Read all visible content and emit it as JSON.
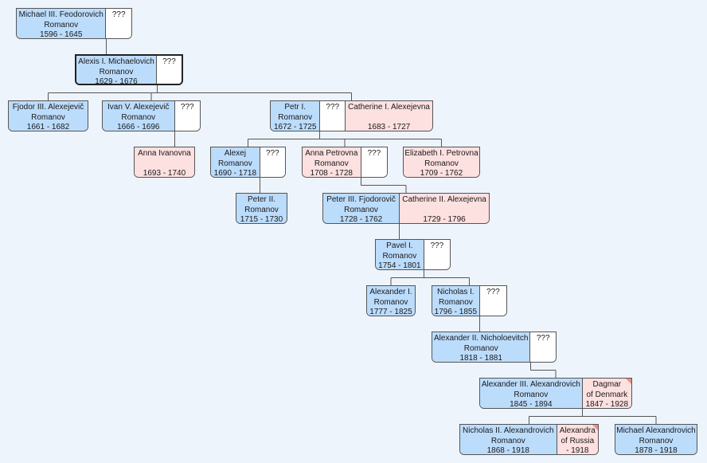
{
  "colors": {
    "male": "#bcdcfc",
    "female": "#fde0e0",
    "unknown": "#ffffff",
    "line": "#555555",
    "background": "#eef4fc"
  },
  "people": {
    "michael3": {
      "lines": [
        "Michael III. Feodorovich",
        "Romanov",
        "1596 - 1645"
      ],
      "sex": "m"
    },
    "alexis1": {
      "lines": [
        "Alexis I. Michaelovich",
        "Romanov",
        "1629 - 1676"
      ],
      "sex": "m"
    },
    "fjodor3": {
      "lines": [
        "Fjodor III. Alexejevič",
        "Romanov",
        "1661 - 1682"
      ],
      "sex": "m"
    },
    "ivan5": {
      "lines": [
        "Ivan V. Alexejevič",
        "Romanov",
        "1666 - 1696"
      ],
      "sex": "m"
    },
    "petr1": {
      "lines": [
        "Petr I.",
        "Romanov",
        "1672 - 1725"
      ],
      "sex": "m"
    },
    "catherine1": {
      "lines": [
        "Catherine I. Alexejevna",
        "",
        "1683 - 1727"
      ],
      "sex": "f"
    },
    "anna_ivanovna": {
      "lines": [
        "Anna Ivanovna",
        "",
        "1693 - 1740"
      ],
      "sex": "f"
    },
    "alexej": {
      "lines": [
        "Alexej",
        "Romanov",
        "1690 - 1718"
      ],
      "sex": "m"
    },
    "anna_petrovna": {
      "lines": [
        "Anna Petrovna",
        "Romanov",
        "1708 - 1728"
      ],
      "sex": "f"
    },
    "elizabeth1": {
      "lines": [
        "Elizabeth I. Petrovna",
        "Romanov",
        "1709 - 1762"
      ],
      "sex": "f"
    },
    "peter2": {
      "lines": [
        "Peter II.",
        "Romanov",
        "1715 - 1730"
      ],
      "sex": "m"
    },
    "peter3": {
      "lines": [
        "Peter III. Fjodorovič",
        "Romanov",
        "1728 - 1762"
      ],
      "sex": "m"
    },
    "catherine2": {
      "lines": [
        "Catherine II. Alexejevna",
        "",
        "1729 - 1796"
      ],
      "sex": "f"
    },
    "pavel1": {
      "lines": [
        "Pavel I.",
        "Romanov",
        "1754 - 1801"
      ],
      "sex": "m"
    },
    "alexander1": {
      "lines": [
        "Alexander I.",
        "Romanov",
        "1777 - 1825"
      ],
      "sex": "m"
    },
    "nicholas1": {
      "lines": [
        "Nicholas I.",
        "Romanov",
        "1796 - 1855"
      ],
      "sex": "m"
    },
    "alexander2": {
      "lines": [
        "Alexander II. Nicholoevitch",
        "Romanov",
        "1818 - 1881"
      ],
      "sex": "m"
    },
    "alexander3": {
      "lines": [
        "Alexander III. Alexandrovich",
        "Romanov",
        "1845 - 1894"
      ],
      "sex": "m"
    },
    "dagmar": {
      "lines": [
        "Dagmar",
        "of Denmark",
        "1847 - 1928"
      ],
      "sex": "f"
    },
    "nicholas2": {
      "lines": [
        "Nicholas II. Alexandrovich",
        "Romanov",
        "1868 - 1918"
      ],
      "sex": "m"
    },
    "alexandra": {
      "lines": [
        "Alexandra",
        "of Russia",
        "- 1918"
      ],
      "sex": "f"
    },
    "michael_alex": {
      "lines": [
        "Michael Alexandrovich",
        "Romanov",
        "1878 - 1918"
      ],
      "sex": "m"
    },
    "unknown": {
      "lines": [
        "???",
        "",
        ""
      ],
      "sex": "u"
    }
  },
  "cards": [
    {
      "id": "c_michael3",
      "cells": [
        "michael3",
        "unknown"
      ]
    },
    {
      "id": "c_alexis1",
      "cells": [
        "alexis1",
        "unknown"
      ],
      "selected": true
    },
    {
      "id": "c_fjodor3",
      "cells": [
        "fjodor3"
      ]
    },
    {
      "id": "c_ivan5",
      "cells": [
        "ivan5",
        "unknown"
      ]
    },
    {
      "id": "c_petr1",
      "cells": [
        "petr1",
        "unknown",
        "catherine1"
      ]
    },
    {
      "id": "c_anna_ivanovna",
      "cells": [
        "anna_ivanovna"
      ]
    },
    {
      "id": "c_alexej",
      "cells": [
        "alexej",
        "unknown"
      ]
    },
    {
      "id": "c_anna_petrovna",
      "cells": [
        "anna_petrovna",
        "unknown"
      ]
    },
    {
      "id": "c_elizabeth1",
      "cells": [
        "elizabeth1"
      ]
    },
    {
      "id": "c_peter2",
      "cells": [
        "peter2"
      ]
    },
    {
      "id": "c_peter3",
      "cells": [
        "peter3",
        "catherine2"
      ]
    },
    {
      "id": "c_pavel1",
      "cells": [
        "pavel1",
        "unknown"
      ]
    },
    {
      "id": "c_alexander1",
      "cells": [
        "alexander1"
      ]
    },
    {
      "id": "c_nicholas1",
      "cells": [
        "nicholas1",
        "unknown"
      ]
    },
    {
      "id": "c_alexander2",
      "cells": [
        "alexander2",
        "unknown"
      ]
    },
    {
      "id": "c_alexander3",
      "cells": [
        "alexander3",
        "dagmar"
      ],
      "marked": [
        1
      ]
    },
    {
      "id": "c_nicholas2",
      "cells": [
        "nicholas2",
        "alexandra"
      ],
      "marked": [
        1
      ]
    },
    {
      "id": "c_michael_alex",
      "cells": [
        "michael_alex"
      ]
    }
  ],
  "links": [
    {
      "parent": "c_michael3",
      "children": [
        "c_alexis1"
      ]
    },
    {
      "parent": "c_alexis1",
      "children": [
        "c_fjodor3",
        "c_ivan5",
        "c_petr1"
      ]
    },
    {
      "parent": "c_ivan5",
      "children": [
        "c_anna_ivanovna"
      ]
    },
    {
      "parent": "c_petr1",
      "children": [
        "c_alexej",
        "c_anna_petrovna",
        "c_elizabeth1"
      ]
    },
    {
      "parent": "c_alexej",
      "children": [
        "c_peter2"
      ]
    },
    {
      "parent": "c_anna_petrovna",
      "children": [
        "c_peter3"
      ]
    },
    {
      "parent": "c_peter3",
      "children": [
        "c_pavel1"
      ]
    },
    {
      "parent": "c_pavel1",
      "children": [
        "c_alexander1",
        "c_nicholas1"
      ]
    },
    {
      "parent": "c_nicholas1",
      "children": [
        "c_alexander2"
      ]
    },
    {
      "parent": "c_alexander2",
      "children": [
        "c_alexander3"
      ]
    },
    {
      "parent": "c_alexander3",
      "children": [
        "c_nicholas2",
        "c_michael_alex"
      ]
    }
  ]
}
